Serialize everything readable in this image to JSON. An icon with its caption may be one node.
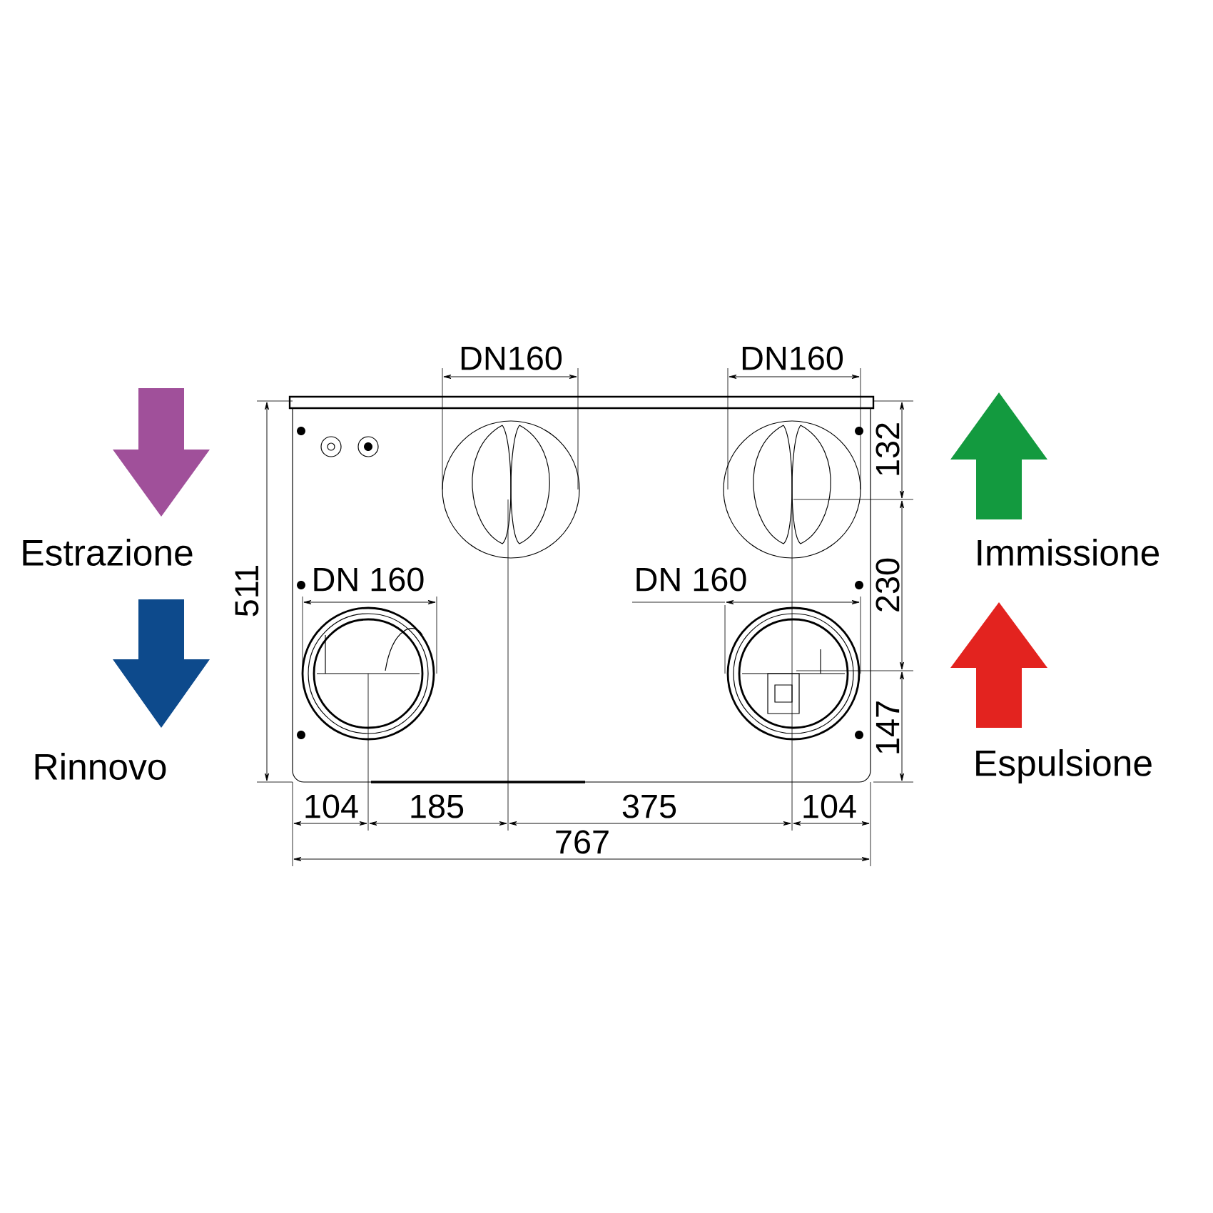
{
  "diagram": {
    "labels": [
      "DN160",
      "DN160",
      "DN 160",
      "DN 160",
      "511",
      "132",
      "230",
      "147",
      "104",
      "185",
      "375",
      "104",
      "767"
    ],
    "legend": [
      {
        "text": "Estrazione",
        "color": "#a0509a"
      },
      {
        "text": "Rinnovo",
        "color": "#0d4a8c"
      },
      {
        "text": "Immissione",
        "color": "#139a3f"
      },
      {
        "text": "Espulsione",
        "color": "#e3231f"
      }
    ]
  }
}
